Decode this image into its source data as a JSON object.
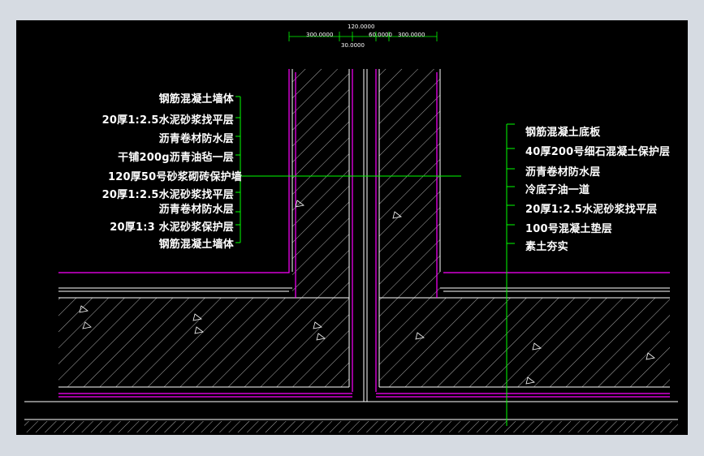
{
  "colors": {
    "background": "#000000",
    "leader": "#00ff00",
    "membrane": "#ff00ff",
    "hatch": "#ffffff",
    "frame": "#d6dbe2"
  },
  "dimensions": {
    "top_center": "120.0000",
    "left_wall": "300.0000",
    "gap_right": "60.0000",
    "right_wall": "300.0000",
    "bottom_center": "30.0000"
  },
  "labels_left": [
    "钢筋混凝土墙体",
    "20厚1:2.5水泥砂浆找平层",
    "沥青卷材防水层",
    "干铺200g沥青油毡一层",
    "120厚50号砂浆砌砖保护墙",
    "20厚1:2.5水泥砂浆找平层",
    "沥青卷材防水层",
    "20厚1:3 水泥砂浆保护层",
    "钢筋混凝土墙体"
  ],
  "labels_right": [
    "钢筋混凝土底板",
    "40厚200号细石混凝土保护层",
    "沥青卷材防水层",
    "冷底子油一道",
    "20厚1:2.5水泥砂浆找平层",
    "100号混凝土垫层",
    "素土夯实"
  ]
}
